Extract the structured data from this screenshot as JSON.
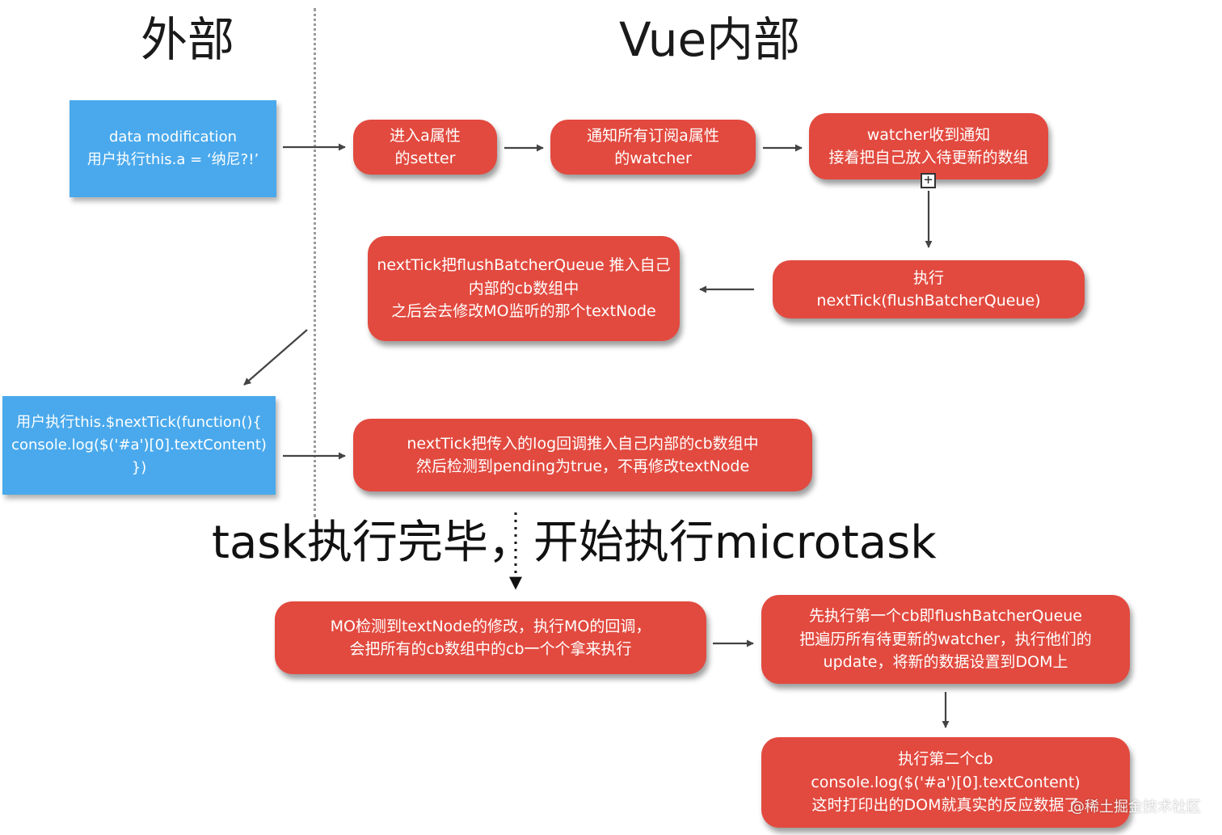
{
  "headings": {
    "outside": "外部",
    "inside": "Vue内部"
  },
  "boxes": {
    "data_modification": [
      "data modification",
      "用户执行this.a = ‘纳尼?!’"
    ],
    "setter": [
      "进入a属性",
      "的setter"
    ],
    "notify_watcher": [
      "通知所有订阅a属性",
      "的watcher"
    ],
    "watcher_receive": [
      "watcher收到通知",
      "接着把自己放入待更新的数组"
    ],
    "exec_nexttick": [
      "执行",
      "nextTick(flushBatcherQueue)"
    ],
    "nexttick_push": [
      "nextTick把flushBatcherQueue 推入自己",
      "内部的cb数组中",
      "之后会去修改MO监听的那个textNode"
    ],
    "user_nexttick": [
      "用户执行this.$nextTick(function(){",
      "console.log($('#a')[0].textContent)",
      "})"
    ],
    "nexttick_log": [
      "nextTick把传入的log回调推入自己内部的cb数组中",
      "然后检测到pending为true，不再修改textNode"
    ],
    "mo_detect": [
      "MO检测到textNode的修改，执行MO的回调，",
      "会把所有的cb数组中的cb一个个拿来执行"
    ],
    "first_cb": [
      "先执行第一个cb即flushBatcherQueue",
      "把遍历所有待更新的watcher，执行他们的",
      "update，将新的数据设置到DOM上"
    ],
    "second_cb": [
      "执行第二个cb",
      "console.log($('#a')[0].textContent)",
      "这时打印出的DOM就真实的反应数据了"
    ]
  },
  "marker": "+",
  "caption": "task执行完毕，开始执行microtask",
  "watermark": "@稀土掘金技术社区",
  "colors": {
    "red_box": "#e24a3f",
    "blue_box": "#4aa9ec",
    "arrow": "#444444"
  }
}
